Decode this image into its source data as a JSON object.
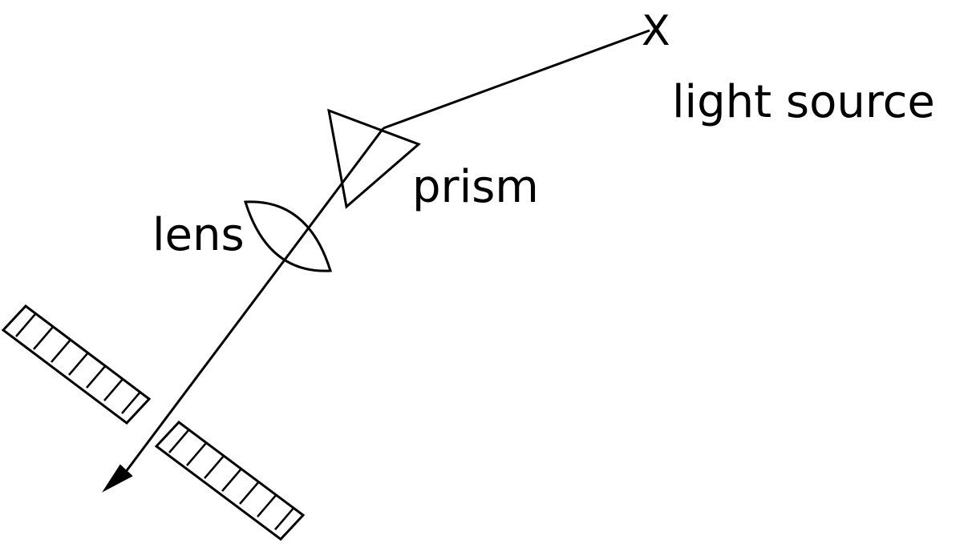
{
  "labels": {
    "source_mark": "X",
    "light_source": "light source",
    "prism": "prism",
    "lens": "lens"
  },
  "colors": {
    "ink": "#000000",
    "background": "#ffffff"
  }
}
